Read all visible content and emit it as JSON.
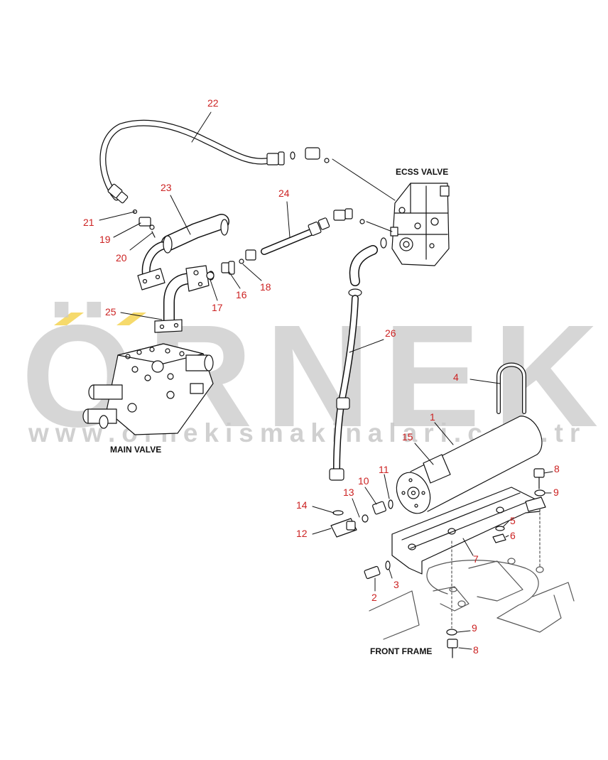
{
  "watermark": {
    "brand": "ÖRNEK",
    "url": "www.ornekismakinalari.com.tr",
    "color": "#c8c8c8",
    "accent_color": "#f6da6c"
  },
  "captions": {
    "ecss_valve": "ECSS VALVE",
    "main_valve": "MAIN VALVE",
    "front_frame": "FRONT FRAME"
  },
  "callout_color": "#cc2222",
  "callouts": [
    {
      "id": "c22",
      "text": "22"
    },
    {
      "id": "c23",
      "text": "23"
    },
    {
      "id": "c24",
      "text": "24"
    },
    {
      "id": "c21",
      "text": "21"
    },
    {
      "id": "c19",
      "text": "19"
    },
    {
      "id": "c20",
      "text": "20"
    },
    {
      "id": "c25",
      "text": "25"
    },
    {
      "id": "c17",
      "text": "17"
    },
    {
      "id": "c16",
      "text": "16"
    },
    {
      "id": "c18",
      "text": "18"
    },
    {
      "id": "c26",
      "text": "26"
    },
    {
      "id": "c4",
      "text": "4"
    },
    {
      "id": "c1",
      "text": "1"
    },
    {
      "id": "c15",
      "text": "15"
    },
    {
      "id": "c11",
      "text": "11"
    },
    {
      "id": "c10",
      "text": "10"
    },
    {
      "id": "c13",
      "text": "13"
    },
    {
      "id": "c14",
      "text": "14"
    },
    {
      "id": "c12",
      "text": "12"
    },
    {
      "id": "c8a",
      "text": "8"
    },
    {
      "id": "c9a",
      "text": "9"
    },
    {
      "id": "c5",
      "text": "5"
    },
    {
      "id": "c6",
      "text": "6"
    },
    {
      "id": "c7",
      "text": "7"
    },
    {
      "id": "c3",
      "text": "3"
    },
    {
      "id": "c2",
      "text": "2"
    },
    {
      "id": "c9b",
      "text": "9"
    },
    {
      "id": "c8b",
      "text": "8"
    }
  ]
}
